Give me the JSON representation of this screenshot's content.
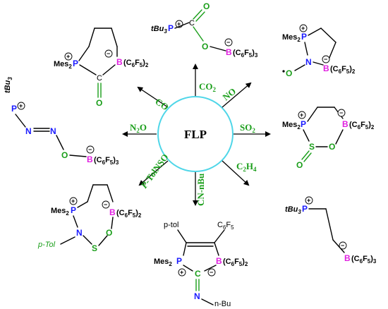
{
  "center_label": "FLP",
  "arrows": {
    "co2": "CO2",
    "no": "NO",
    "co": "CO",
    "so2": "SO2",
    "n2o": "N2O",
    "c2h4": "C2H4",
    "ptolnso": "p-TolNSO",
    "cnnbu": "CN-nBu"
  },
  "colors": {
    "phosphorus": "#1a1aff",
    "boron": "#e020e0",
    "reagent": "#1a9e1a",
    "circle": "#4fd6e8"
  },
  "atoms": {
    "P": "P",
    "B": "B",
    "O": "O",
    "N": "N",
    "S": "S",
    "C": "C",
    "mes2": "Mes2",
    "tbu3": "tBu3",
    "bc6f5_2": "(C6F5)2",
    "bc6f5_3": "(C6F5)3",
    "ptol": "p-Tol",
    "ptol_plain": "p-tol",
    "c6f5": "C6F5",
    "nbu": "n-Bu"
  }
}
